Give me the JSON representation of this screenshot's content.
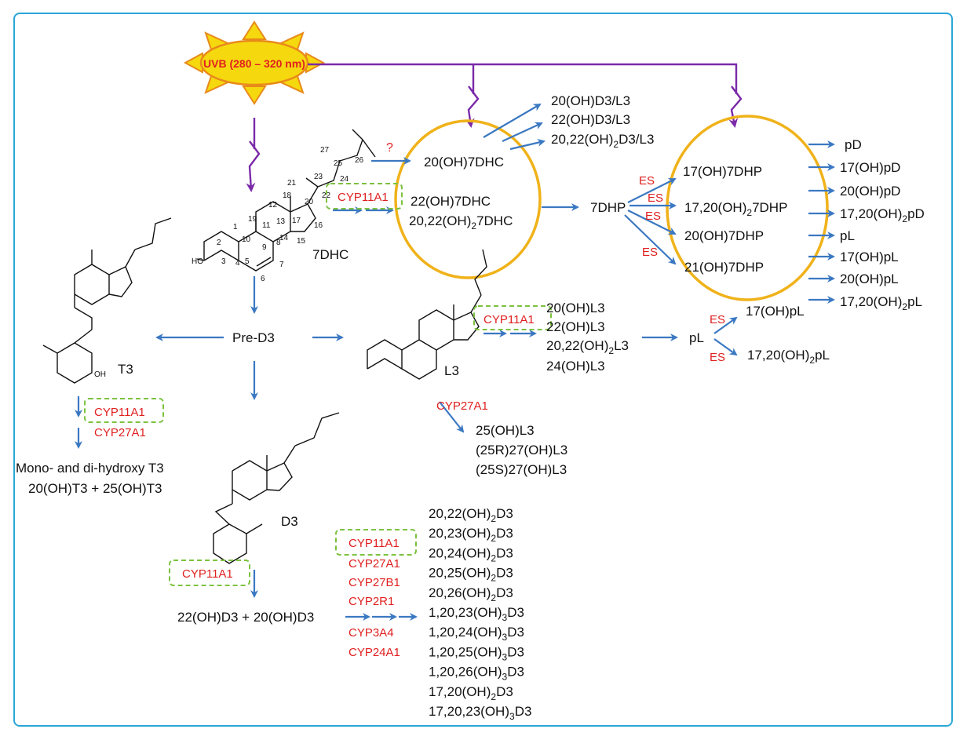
{
  "uvb": {
    "label": "UVB (280 – 320 nm)"
  },
  "unknown_marker": "?",
  "compounds": {
    "seven_dhc": "7DHC",
    "pre_d3": "Pre-D3",
    "t3": "T3",
    "l3": "L3",
    "d3": "D3",
    "seven_dhp": "7DHP",
    "pl": "pL"
  },
  "dhc_oval": {
    "items": [
      "20(OH)7DHC",
      "22(OH)7DHC",
      "20,22(OH)",
      "2",
      "7DHC"
    ]
  },
  "dhc_photo_products": [
    "20(OH)D3/L3",
    "22(OH)D3/L3",
    "20,22(OH)",
    "2",
    "D3/L3"
  ],
  "dhp_oval": {
    "items": [
      "17(OH)7DHP",
      "17,20(OH)",
      "2",
      "7DHP",
      "20(OH)7DHP",
      "21(OH)7DHP"
    ]
  },
  "dhp_products": [
    "pD",
    "17(OH)pD",
    "20(OH)pD",
    "17,20(OH)",
    "2",
    "pD",
    "pL",
    "17(OH)pL",
    "20(OH)pL",
    "17,20(OH)",
    "2",
    "pL"
  ],
  "es_label": "ES",
  "enzymes": {
    "cyp11a1": "CYP11A1",
    "cyp27a1": "CYP27A1",
    "cyp27b1": "CYP27B1",
    "cyp2r1": "CYP2R1",
    "cyp3a4": "CYP3A4",
    "cyp24a1": "CYP24A1"
  },
  "l3_products": [
    "20(OH)L3",
    "22(OH)L3",
    "20,22(OH)",
    "2",
    "L3",
    "24(OH)L3"
  ],
  "pl_products": [
    "17(OH)pL",
    "17,20(OH)",
    "2",
    "pL"
  ],
  "l3_cyp27a1_products": [
    "25(OH)L3",
    "(25R)27(OH)L3",
    "(25S)27(OH)L3"
  ],
  "t3_products": [
    "Mono- and di-hydroxy T3",
    "20(OH)T3 + 25(OH)T3"
  ],
  "d3_first": "22(OH)D3 + 20(OH)D3",
  "d3_products": [
    [
      "20,22(OH)",
      "2",
      "D3"
    ],
    [
      "20,23(OH)",
      "2",
      "D3"
    ],
    [
      "20,24(OH)",
      "2",
      "D3"
    ],
    [
      "20,25(OH)",
      "2",
      "D3"
    ],
    [
      "20,26(OH)",
      "2",
      "D3"
    ],
    [
      "1,20,23(OH)",
      "3",
      "D3"
    ],
    [
      "1,20,24(OH)",
      "3",
      "D3"
    ],
    [
      "1,20,25(OH)",
      "3",
      "D3"
    ],
    [
      "1,20,26(OH)",
      "3",
      "D3"
    ],
    [
      "17,20(OH)",
      "2",
      "D3"
    ],
    [
      "17,20,23(OH)",
      "3",
      "D3"
    ]
  ],
  "atom_numbers": {
    "dhc": [
      "27",
      "25",
      "26",
      "24",
      "23",
      "21",
      "22",
      "18",
      "20",
      "12",
      "17",
      "19",
      "11",
      "13",
      "16",
      "1",
      "9",
      "14",
      "15",
      "2",
      "10",
      "8",
      "3",
      "5",
      "7",
      "4",
      "6"
    ],
    "ho": "HO",
    "oh": "OH"
  },
  "colors": {
    "frame": "#2aa6d6",
    "arrow": "#3b78c2",
    "uv": "#7a2aa8",
    "oval": "#f0b21a",
    "sun": "#f6d80e",
    "enzyme": "#e02020",
    "enzyme_box": "#7cc23f"
  }
}
